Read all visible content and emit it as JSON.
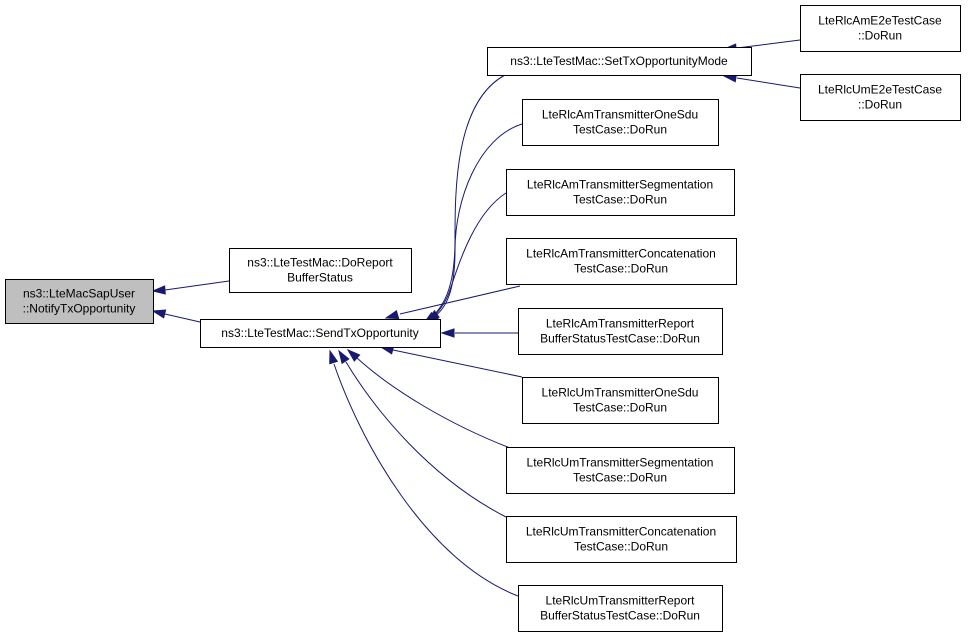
{
  "diagram": {
    "type": "call-graph",
    "colors": {
      "edge": "#191970",
      "root_fill": "#bfbfbf",
      "node_fill": "#ffffff",
      "node_border": "#000000"
    },
    "nodes": [
      {
        "id": "root",
        "lines": [
          "ns3::LteMacSapUser",
          "::NotifyTxOpportunity"
        ]
      },
      {
        "id": "doreport",
        "lines": [
          "ns3::LteTestMac::DoReport",
          "BufferStatus"
        ]
      },
      {
        "id": "sendtx",
        "lines": [
          "ns3::LteTestMac::SendTxOpportunity"
        ]
      },
      {
        "id": "settxmode",
        "lines": [
          "ns3::LteTestMac::SetTxOpportunityMode"
        ]
      },
      {
        "id": "amE2e",
        "lines": [
          "LteRlcAmE2eTestCase",
          "::DoRun"
        ]
      },
      {
        "id": "umE2e",
        "lines": [
          "LteRlcUmE2eTestCase",
          "::DoRun"
        ]
      },
      {
        "id": "amOneSdu",
        "lines": [
          "LteRlcAmTransmitterOneSdu",
          "TestCase::DoRun"
        ]
      },
      {
        "id": "amSeg",
        "lines": [
          "LteRlcAmTransmitterSegmentation",
          "TestCase::DoRun"
        ]
      },
      {
        "id": "amConcat",
        "lines": [
          "LteRlcAmTransmitterConcatenation",
          "TestCase::DoRun"
        ]
      },
      {
        "id": "amReport",
        "lines": [
          "LteRlcAmTransmitterReport",
          "BufferStatusTestCase::DoRun"
        ]
      },
      {
        "id": "umOneSdu",
        "lines": [
          "LteRlcUmTransmitterOneSdu",
          "TestCase::DoRun"
        ]
      },
      {
        "id": "umSeg",
        "lines": [
          "LteRlcUmTransmitterSegmentation",
          "TestCase::DoRun"
        ]
      },
      {
        "id": "umConcat",
        "lines": [
          "LteRlcUmTransmitterConcatenation",
          "TestCase::DoRun"
        ]
      },
      {
        "id": "umReport",
        "lines": [
          "LteRlcUmTransmitterReport",
          "BufferStatusTestCase::DoRun"
        ]
      }
    ],
    "edges": [
      {
        "from": "doreport",
        "to": "root"
      },
      {
        "from": "sendtx",
        "to": "root"
      },
      {
        "from": "amE2e",
        "to": "settxmode"
      },
      {
        "from": "umE2e",
        "to": "settxmode"
      },
      {
        "from": "settxmode",
        "to": "sendtx"
      },
      {
        "from": "amOneSdu",
        "to": "sendtx"
      },
      {
        "from": "amSeg",
        "to": "sendtx"
      },
      {
        "from": "amConcat",
        "to": "sendtx"
      },
      {
        "from": "amReport",
        "to": "sendtx"
      },
      {
        "from": "umOneSdu",
        "to": "sendtx"
      },
      {
        "from": "umSeg",
        "to": "sendtx"
      },
      {
        "from": "umConcat",
        "to": "sendtx"
      },
      {
        "from": "umReport",
        "to": "sendtx"
      }
    ]
  }
}
